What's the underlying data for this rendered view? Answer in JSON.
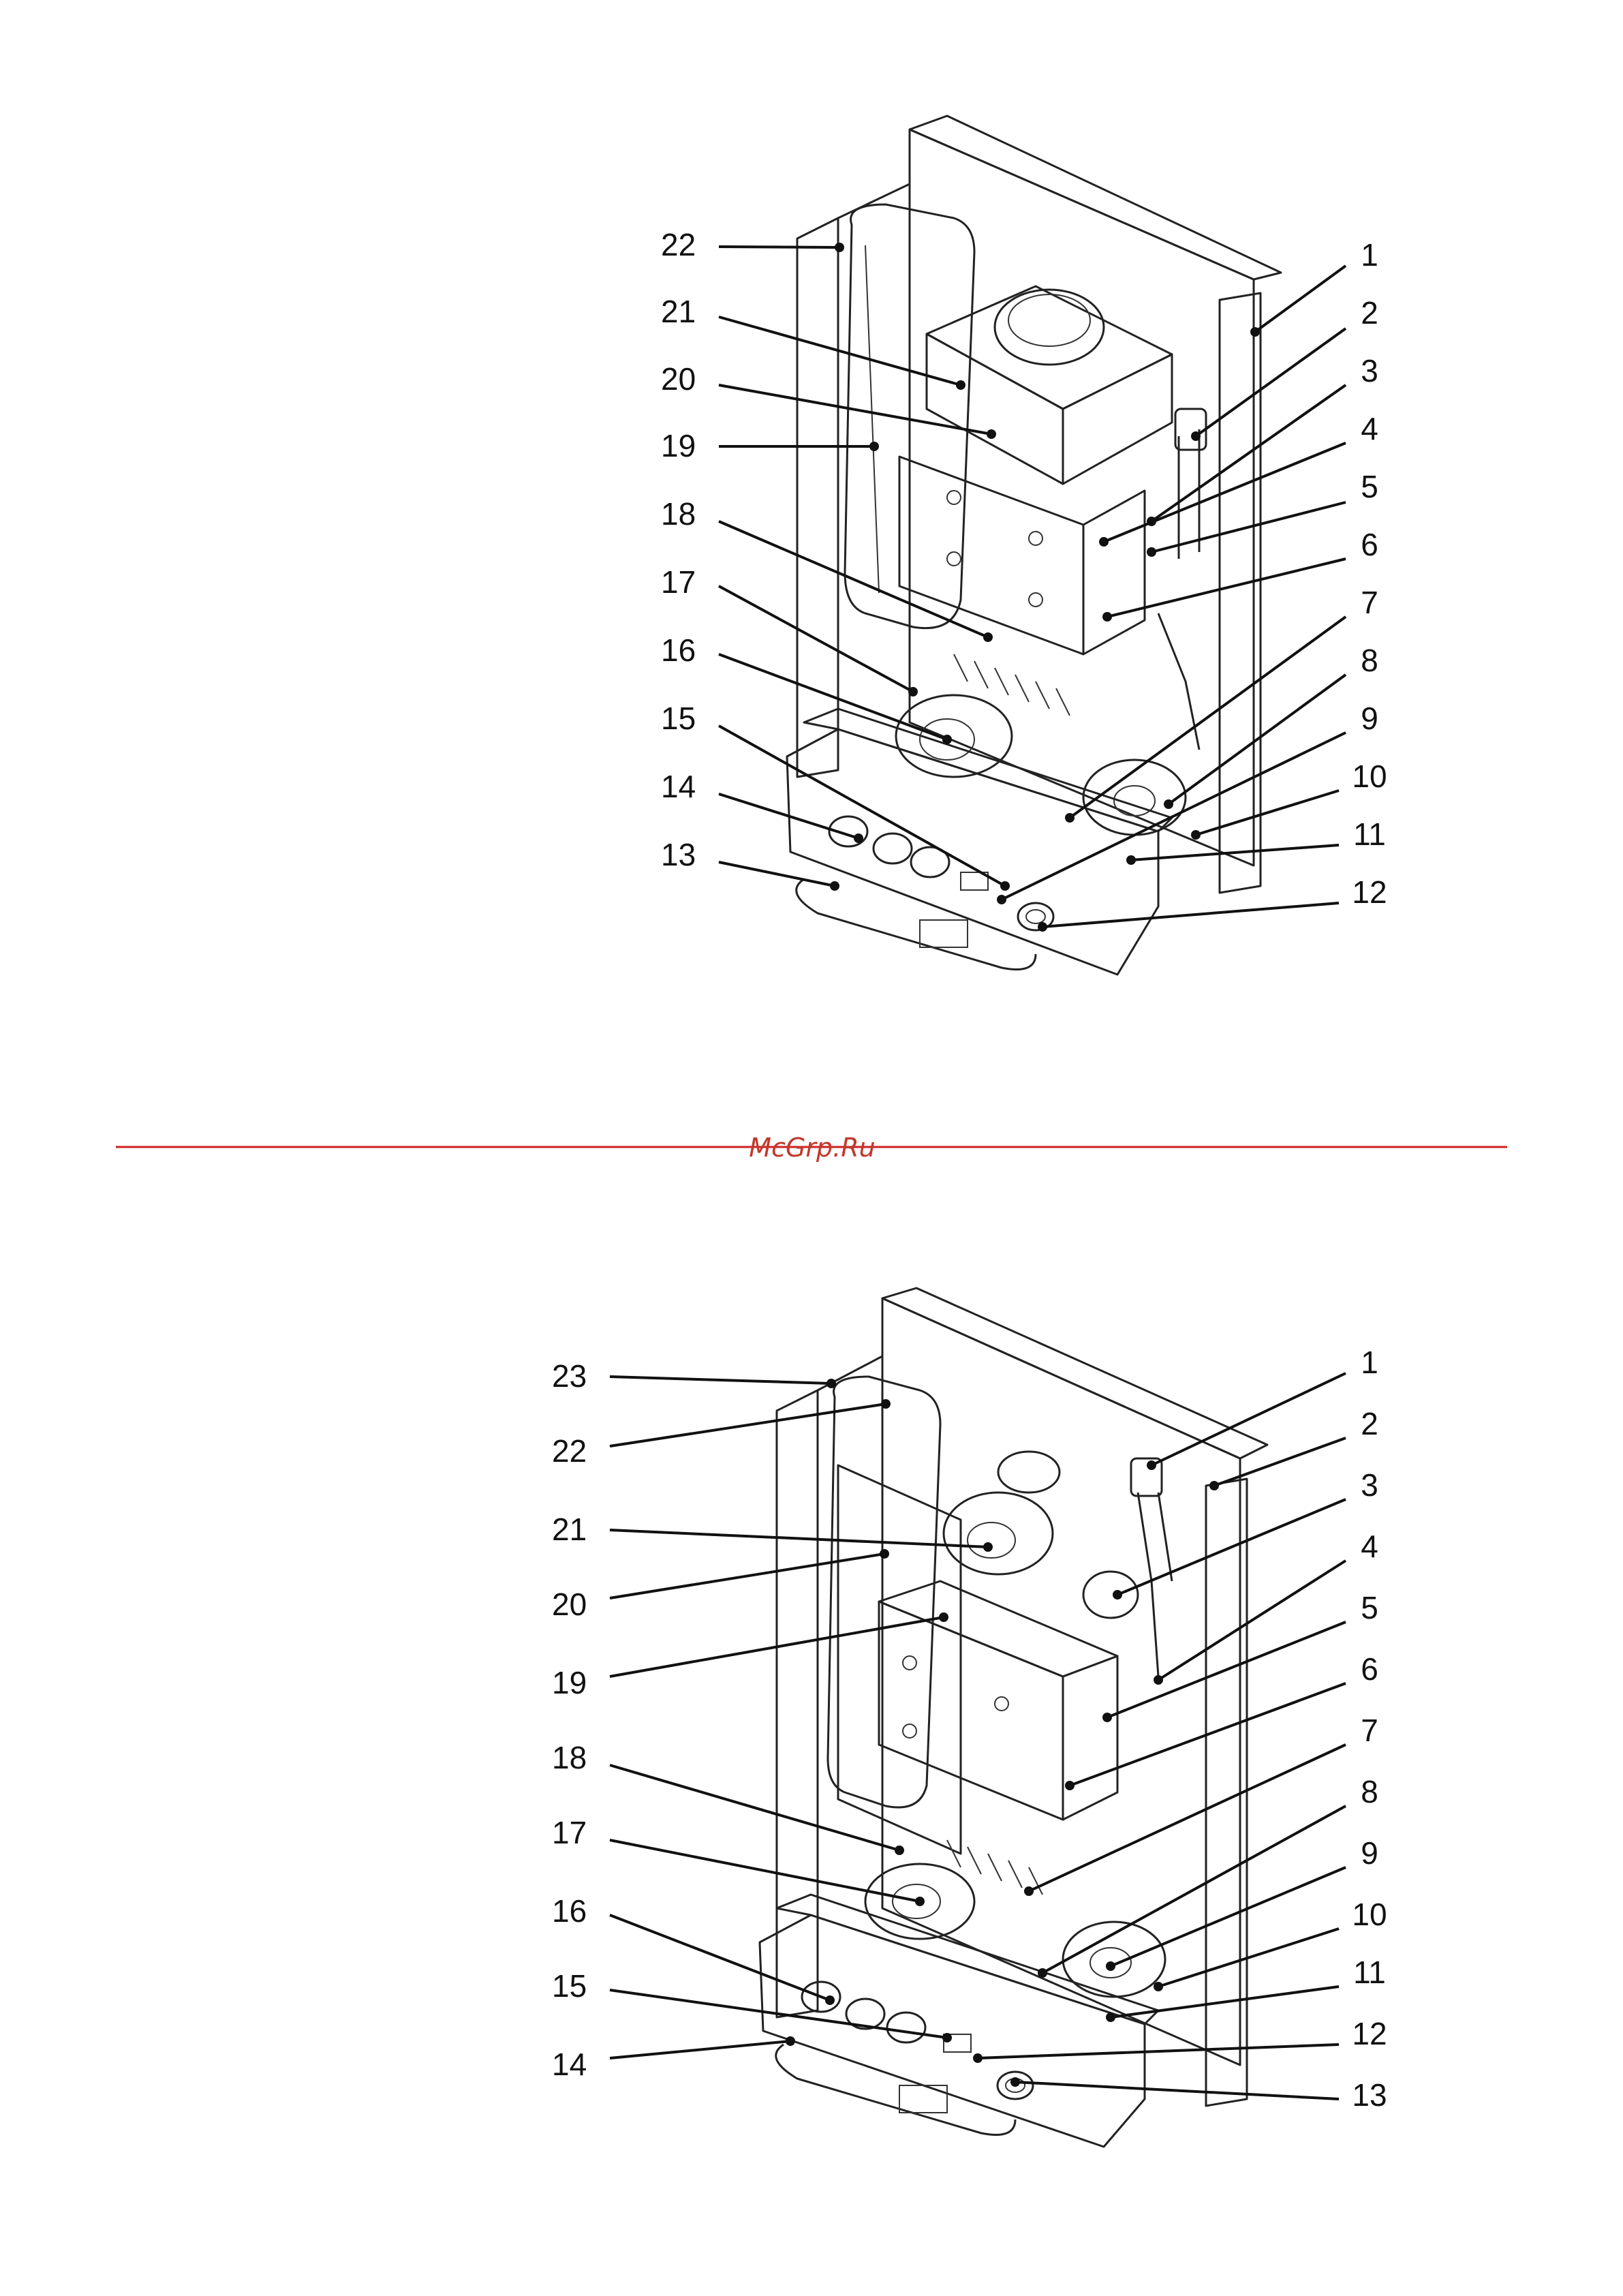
{
  "watermark": "McGrp.Ru",
  "figures": [
    {
      "id": "top",
      "callouts_left": [
        "22",
        "21",
        "20",
        "19",
        "18",
        "17",
        "16",
        "15",
        "14",
        "13"
      ],
      "callouts_right": [
        "1",
        "2",
        "3",
        "4",
        "5",
        "6",
        "7",
        "8",
        "9",
        "10",
        "11",
        "12"
      ]
    },
    {
      "id": "bottom",
      "callouts_left": [
        "23",
        "22",
        "21",
        "20",
        "19",
        "18",
        "17",
        "16",
        "15",
        "14"
      ],
      "callouts_right": [
        "1",
        "2",
        "3",
        "4",
        "5",
        "6",
        "7",
        "8",
        "9",
        "10",
        "11",
        "12",
        "13"
      ]
    }
  ],
  "colors": {
    "rule": "#cc2222",
    "watermark": "#c0392b",
    "ink": "#111111"
  }
}
